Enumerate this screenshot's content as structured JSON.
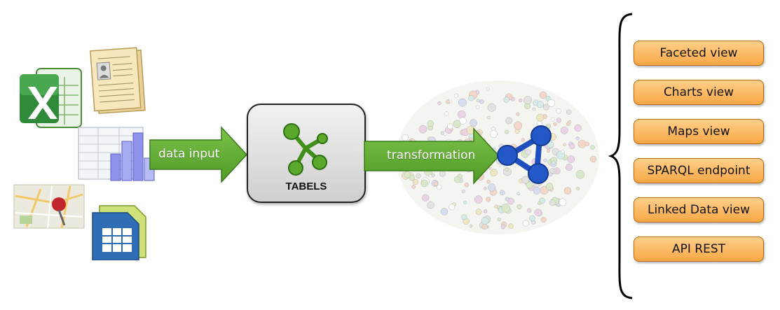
{
  "arrows": {
    "input_label": "data input",
    "transform_label": "transformation"
  },
  "tabels": {
    "label": "TABELS"
  },
  "colors": {
    "arrow_green": "#5aa02c",
    "button_orange": "#f8a745",
    "logo_blue": "#1f4fbf",
    "logo_green": "#3f8f1a"
  },
  "icons": [
    "excel-icon",
    "document-form-icon",
    "spreadsheet-chart-icon",
    "map-pin-icon",
    "calc-spreadsheet-icon",
    "tabels-logo-icon",
    "linked-data-cloud-icon",
    "linked-data-logo-icon",
    "curly-brace-icon"
  ],
  "outputs": [
    {
      "label": "Faceted view"
    },
    {
      "label": "Charts view"
    },
    {
      "label": "Maps view"
    },
    {
      "label": "SPARQL endpoint"
    },
    {
      "label": "Linked Data view"
    },
    {
      "label": "API REST"
    }
  ]
}
